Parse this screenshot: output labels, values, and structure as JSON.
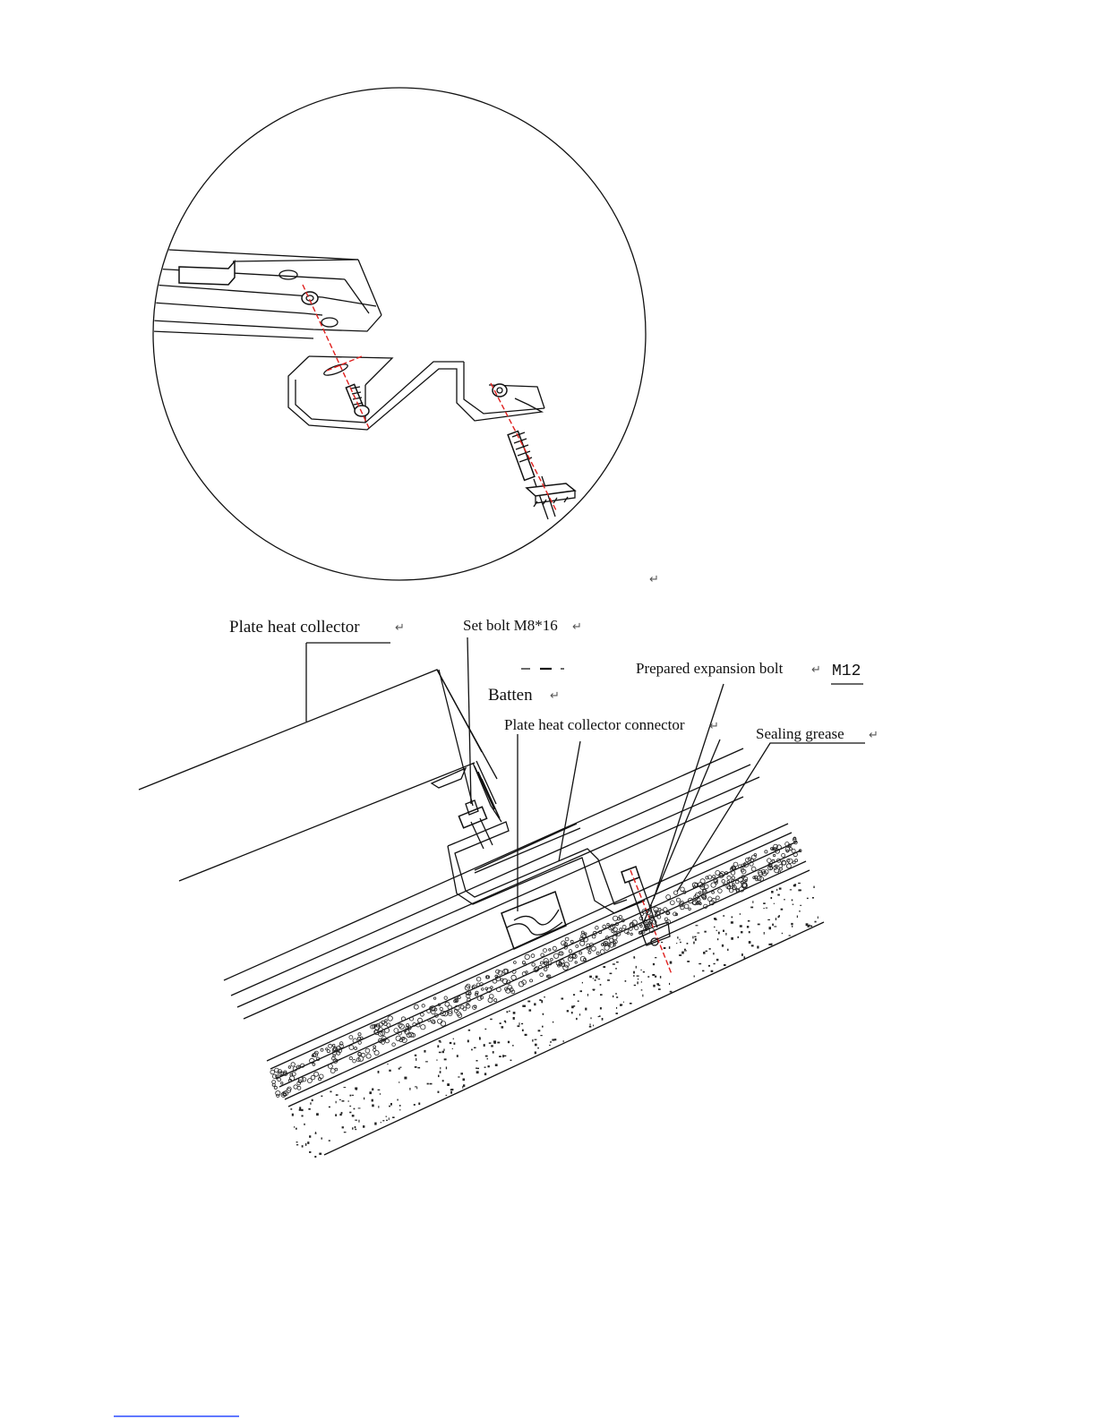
{
  "labels": {
    "collector": "Plate heat collector",
    "set_bolt": "Set bolt M8*16",
    "batten": "Batten",
    "expansion_bolt": "Prepared expansion bolt",
    "bolt_size": "M12",
    "connector": "Plate heat collector connector",
    "sealing": "Sealing grease"
  },
  "marks": {
    "return": "↵"
  },
  "colors": {
    "line": "#111111",
    "centerline": "#e0201e",
    "link_underline": "#2b4cff"
  }
}
